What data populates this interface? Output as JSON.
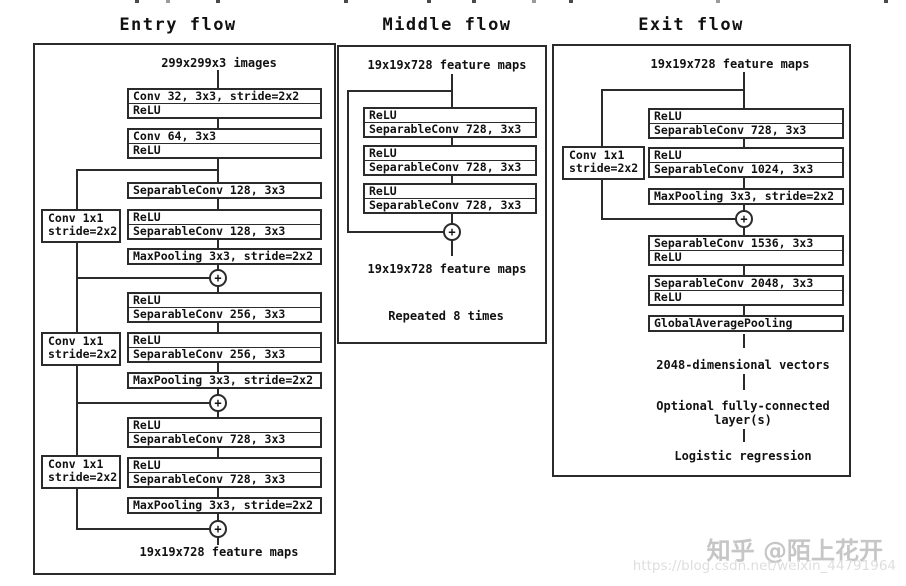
{
  "diagram": {
    "merge_symbol": "+",
    "entry": {
      "title": "Entry flow",
      "input_label": "299x299x3 images",
      "output_label": "19x19x728 feature maps",
      "shortcut_label": [
        "Conv 1x1",
        "stride=2x2"
      ],
      "nodes": [
        {
          "rows": [
            "Conv 32, 3x3, stride=2x2",
            "ReLU"
          ]
        },
        {
          "rows": [
            "Conv 64, 3x3",
            "ReLU"
          ]
        },
        {
          "rows": [
            "SeparableConv 128, 3x3"
          ]
        },
        {
          "rows": [
            "ReLU",
            "SeparableConv 128, 3x3"
          ]
        },
        {
          "rows": [
            "MaxPooling 3x3, stride=2x2"
          ]
        },
        {
          "rows": [
            "ReLU",
            "SeparableConv 256, 3x3"
          ]
        },
        {
          "rows": [
            "ReLU",
            "SeparableConv 256, 3x3"
          ]
        },
        {
          "rows": [
            "MaxPooling 3x3, stride=2x2"
          ]
        },
        {
          "rows": [
            "ReLU",
            "SeparableConv 728, 3x3"
          ]
        },
        {
          "rows": [
            "ReLU",
            "SeparableConv 728, 3x3"
          ]
        },
        {
          "rows": [
            "MaxPooling 3x3, stride=2x2"
          ]
        }
      ]
    },
    "middle": {
      "title": "Middle flow",
      "input_label": "19x19x728 feature maps",
      "output_label": "19x19x728 feature maps",
      "note": "Repeated 8 times",
      "nodes": [
        {
          "rows": [
            "ReLU",
            "SeparableConv 728, 3x3"
          ]
        },
        {
          "rows": [
            "ReLU",
            "SeparableConv 728, 3x3"
          ]
        },
        {
          "rows": [
            "ReLU",
            "SeparableConv 728, 3x3"
          ]
        }
      ]
    },
    "exit": {
      "title": "Exit flow",
      "input_label": "19x19x728 feature maps",
      "shortcut_label": [
        "Conv 1x1",
        "stride=2x2"
      ],
      "nodes": [
        {
          "rows": [
            "ReLU",
            "SeparableConv 728, 3x3"
          ]
        },
        {
          "rows": [
            "ReLU",
            "SeparableConv 1024, 3x3"
          ]
        },
        {
          "rows": [
            "MaxPooling 3x3, stride=2x2"
          ]
        },
        {
          "rows": [
            "SeparableConv 1536, 3x3",
            "ReLU"
          ]
        },
        {
          "rows": [
            "SeparableConv 2048, 3x3",
            "ReLU"
          ]
        },
        {
          "rows": [
            "GlobalAveragePooling"
          ]
        }
      ],
      "tail_labels": [
        "2048-dimensional vectors",
        "Optional fully-connected",
        "layer(s)",
        "Logistic regression"
      ]
    }
  },
  "watermark": {
    "brand": "知乎 @陌上花开",
    "url": "https://blog.csdn.net/weixin_44791964"
  },
  "colors": {
    "line": "#2b2b2b",
    "text": "#111111",
    "watermark_brand": "#c6c6c6",
    "watermark_url": "#dedede"
  }
}
